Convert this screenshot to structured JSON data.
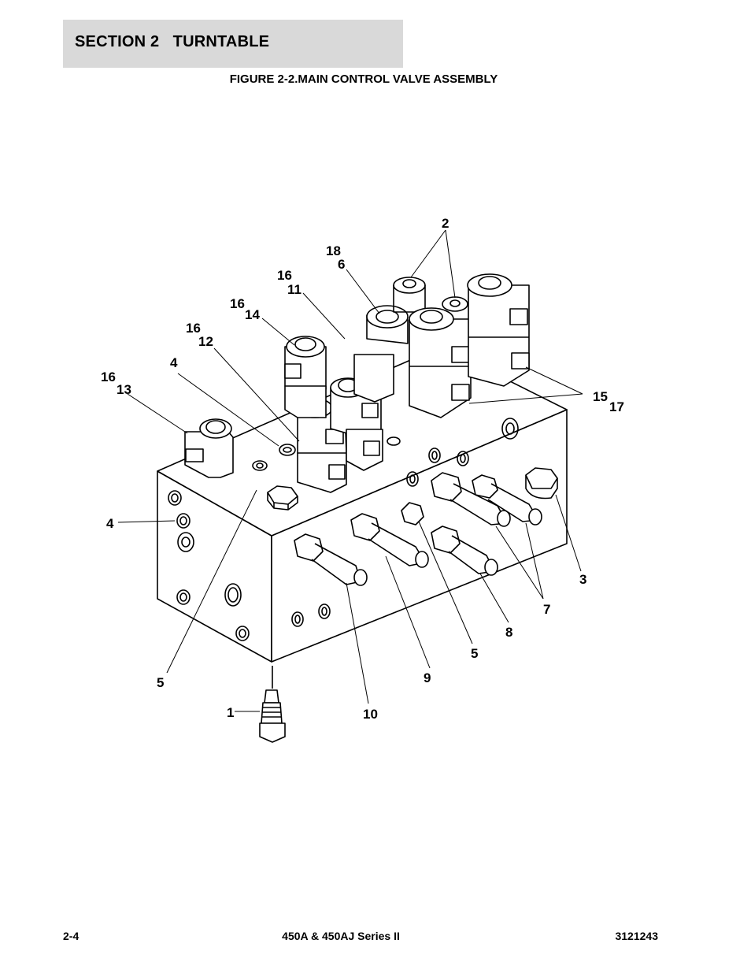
{
  "header": {
    "section_title": "SECTION 2   TURNTABLE",
    "figure_title": "FIGURE 2-2.MAIN CONTROL VALVE ASSEMBLY"
  },
  "callouts": [
    "2",
    "18",
    "6",
    "16",
    "11",
    "16",
    "14",
    "16",
    "12",
    "4",
    "16",
    "13",
    "15",
    "17",
    "4",
    "3",
    "7",
    "8",
    "5",
    "5",
    "9",
    "1",
    "10"
  ],
  "footer": {
    "page_number": "2-4",
    "model": "450A & 450AJ Series II",
    "doc_number": "3121243"
  }
}
